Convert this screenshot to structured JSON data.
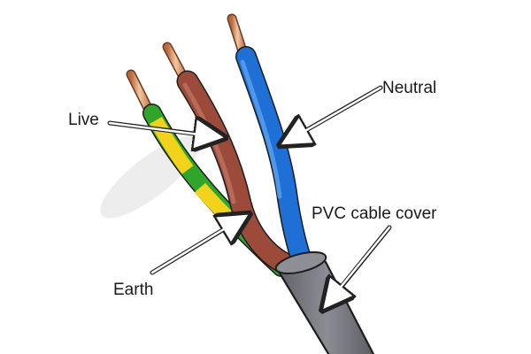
{
  "labels": {
    "live": "Live",
    "neutral": "Neutral",
    "pvc": "PVC cable cover",
    "earth": "Earth"
  },
  "colors": {
    "copper": "#d88a5a",
    "copper_highlight": "#f3c7a3",
    "live_brown": "#9c4a3a",
    "neutral_blue": "#1e6fd6",
    "earth_green": "#2fa52a",
    "earth_yellow": "#f2d21a",
    "pvc_grey": "#7d7d85"
  }
}
